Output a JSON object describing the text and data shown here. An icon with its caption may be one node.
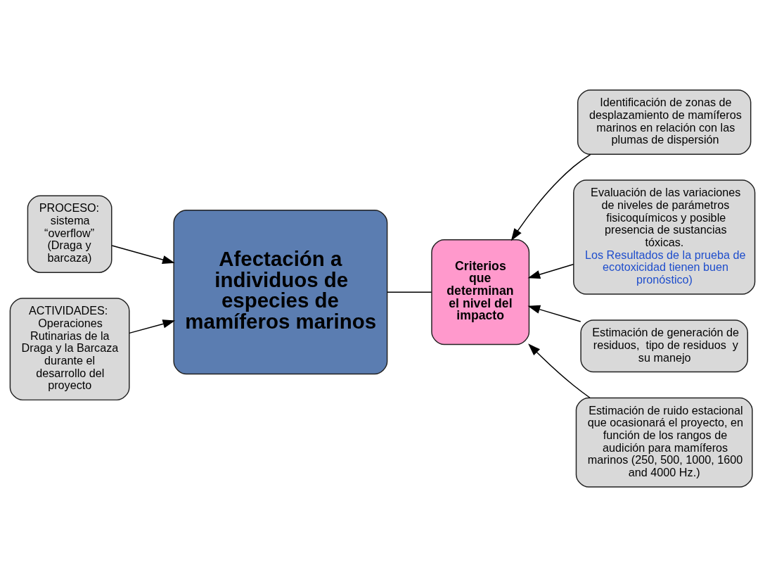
{
  "diagram": {
    "nodes": [
      {
        "text": [
          "PROCESO: sistema “overflow” (Draga y barcaza)"
        ]
      },
      {
        "text": [
          "ACTIVIDADES: Operaciones Rutinarias de la Draga y la Barcaza durante el desarrollo del proyecto"
        ]
      },
      {
        "text": [
          "Afectación a individuos de especies de mamíferos marinos"
        ]
      },
      {
        "text": [
          "Criterios que determinan el nivel del impacto"
        ]
      },
      {
        "text": [
          "Identificación de zonas de desplazamiento de mamíferos marinos en relación con las plumas de dispersión"
        ]
      },
      {
        "text": [
          "Evaluación de las variaciones de niveles de parámetros fisicoquímicos y posible presencia de sustancias tóxicas.",
          "Los Resultados de la prueba de ecotoxicidad tienen buen pronóstico)"
        ]
      },
      {
        "text": [
          "Estimación de generación de residuos,  tipo de residuos  y su manejo"
        ]
      },
      {
        "text": [
          "Estimación de ruido estacional que ocasionará el proyecto, en función de los rangos de audición para mamíferos marinos (250, 500, 1000, 1600 and 4000 Hz.)"
        ]
      }
    ],
    "edges": [
      {
        "from": 0,
        "to": 2,
        "arrow": "to"
      },
      {
        "from": 1,
        "to": 2,
        "arrow": "to"
      },
      {
        "from": 2,
        "to": 3,
        "arrow": "none"
      },
      {
        "from": 4,
        "to": 3,
        "arrow": "to"
      },
      {
        "from": 5,
        "to": 3,
        "arrow": "to"
      },
      {
        "from": 6,
        "to": 3,
        "arrow": "to"
      },
      {
        "from": 7,
        "to": 3,
        "arrow": "to"
      }
    ]
  }
}
